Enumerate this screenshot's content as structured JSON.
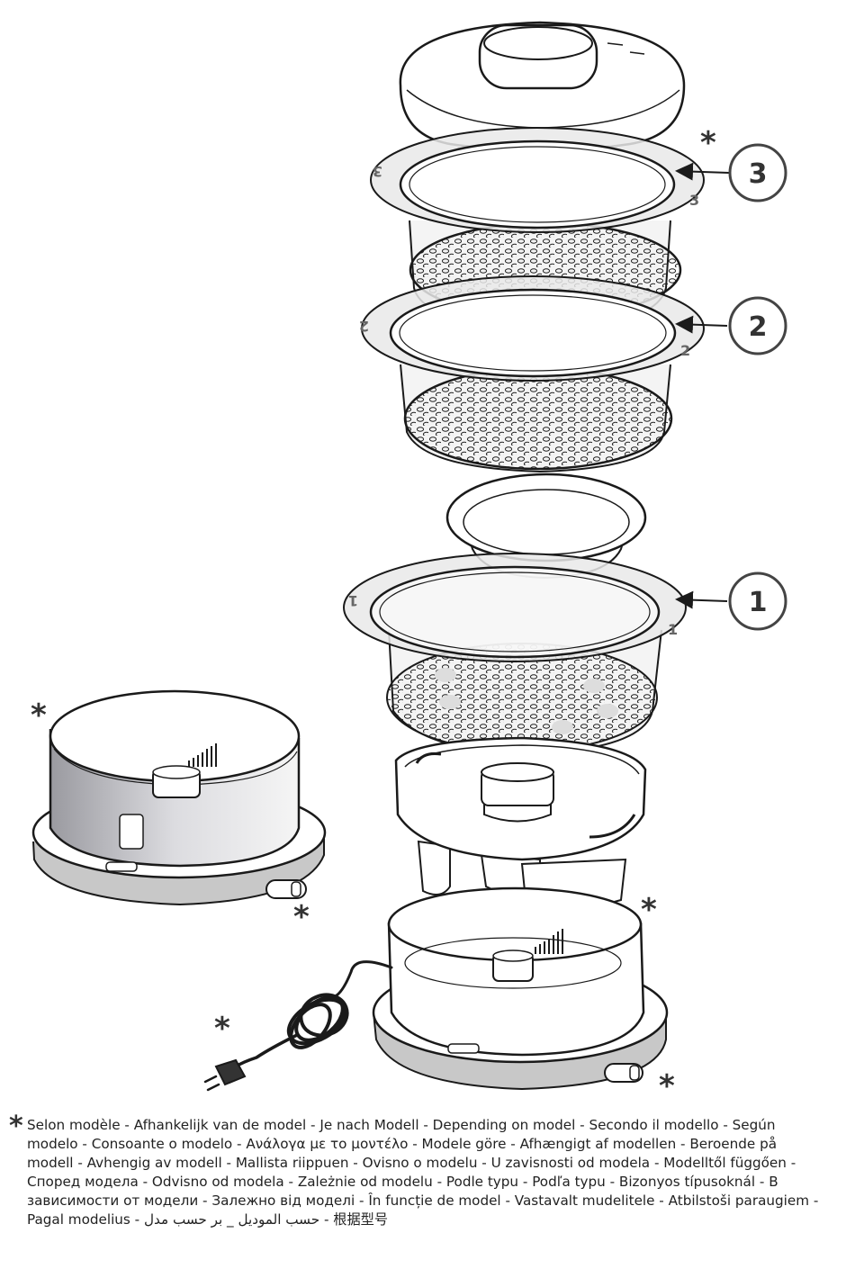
{
  "callouts": [
    "3",
    "2",
    "1"
  ],
  "tier_marks": [
    "3",
    "2",
    "1"
  ],
  "asterisk": "*",
  "footnote": "Selon modèle - Afhankelijk van de model - Je nach Modell - Depending on model - Secondo il modello - Según modelo - Consoante o modelo - Ανάλογα με το μοντέλο - Modele göre - Afhængigt af modellen - Beroende på modell - Avhengig av modell - Mallista riippuen - Ovisno o modelu - U zavisnosti od modela - Modelltől függően - Според модела - Odvisno od modela - Zależnie od modelu - Podle typu - Podľa typu - Bizonyos típusoknál - В зависимости от модели - Залежно від моделі - În funcție de model - Vastavalt mudelitele - Atbilstoši paraugiem - Pagal modelius - حسب الموديل _ بر حسب مدل - 根据型号",
  "colors": {
    "line": "#1a1a1a",
    "ring": "#e6e6e6",
    "base": "#c8c8c8",
    "callout": "#444444"
  }
}
